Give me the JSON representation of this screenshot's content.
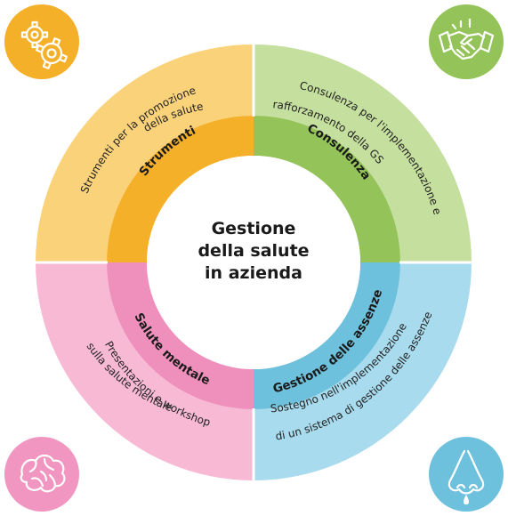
{
  "center": {
    "line1": "Gestione",
    "line2": "della salute",
    "line3": "in azienda"
  },
  "segments": {
    "strumenti": {
      "title": "Strumenti",
      "desc1": "Strumenti per la promozione",
      "desc2": "della salute",
      "inner_color": "#f5b02a",
      "outer_color": "#fad27a",
      "icon_color": "#f5b02a"
    },
    "consulenza": {
      "title": "Consulenza",
      "desc1": "Consulenza per l'implementazione e",
      "desc2": "il rafforzamento della GSA",
      "inner_color": "#94c459",
      "outer_color": "#c5df9e",
      "icon_color": "#94c459"
    },
    "assenze": {
      "title": "Gestione delle assenze",
      "desc1": "Sostegno nell'implementazione",
      "desc2": "di un sistema di gestione delle assenze",
      "inner_color": "#6ec1dd",
      "outer_color": "#a8dbed",
      "icon_color": "#6ec1dd"
    },
    "mentale": {
      "title": "Salute mentale",
      "desc1": "Presentazioni e workshop",
      "desc2": "sulla salute mentale",
      "inner_color": "#ef8fbb",
      "outer_color": "#f7b9d4",
      "icon_color": "#f096c0"
    }
  },
  "icons": {
    "top_left": "gears-icon",
    "top_right": "handshake-icon",
    "bottom_left": "brain-icon",
    "bottom_right": "nose-icon"
  }
}
